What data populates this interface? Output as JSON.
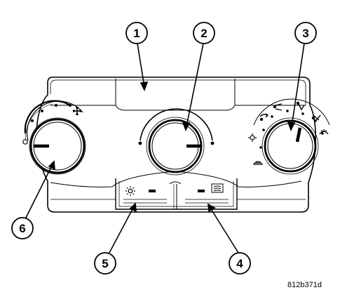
{
  "callouts": [
    {
      "id": "1",
      "label": "1"
    },
    {
      "id": "2",
      "label": "2"
    },
    {
      "id": "3",
      "label": "3"
    },
    {
      "id": "4",
      "label": "4"
    },
    {
      "id": "5",
      "label": "5"
    },
    {
      "id": "6",
      "label": "6"
    }
  ],
  "figure_code": "812b371d",
  "icons": {
    "fan": "fan-icon",
    "sun": "sun-icon",
    "rear_defrost": "rear-defrost-icon",
    "front_defrost": "front-defrost-icon",
    "mode_face": "face-vent-icon",
    "mode_bilevel": "bi-level-icon",
    "mode_floor": "floor-icon",
    "mode_mix": "floor-defrost-icon"
  },
  "colors": {
    "line": "#000000",
    "background": "#ffffff"
  }
}
